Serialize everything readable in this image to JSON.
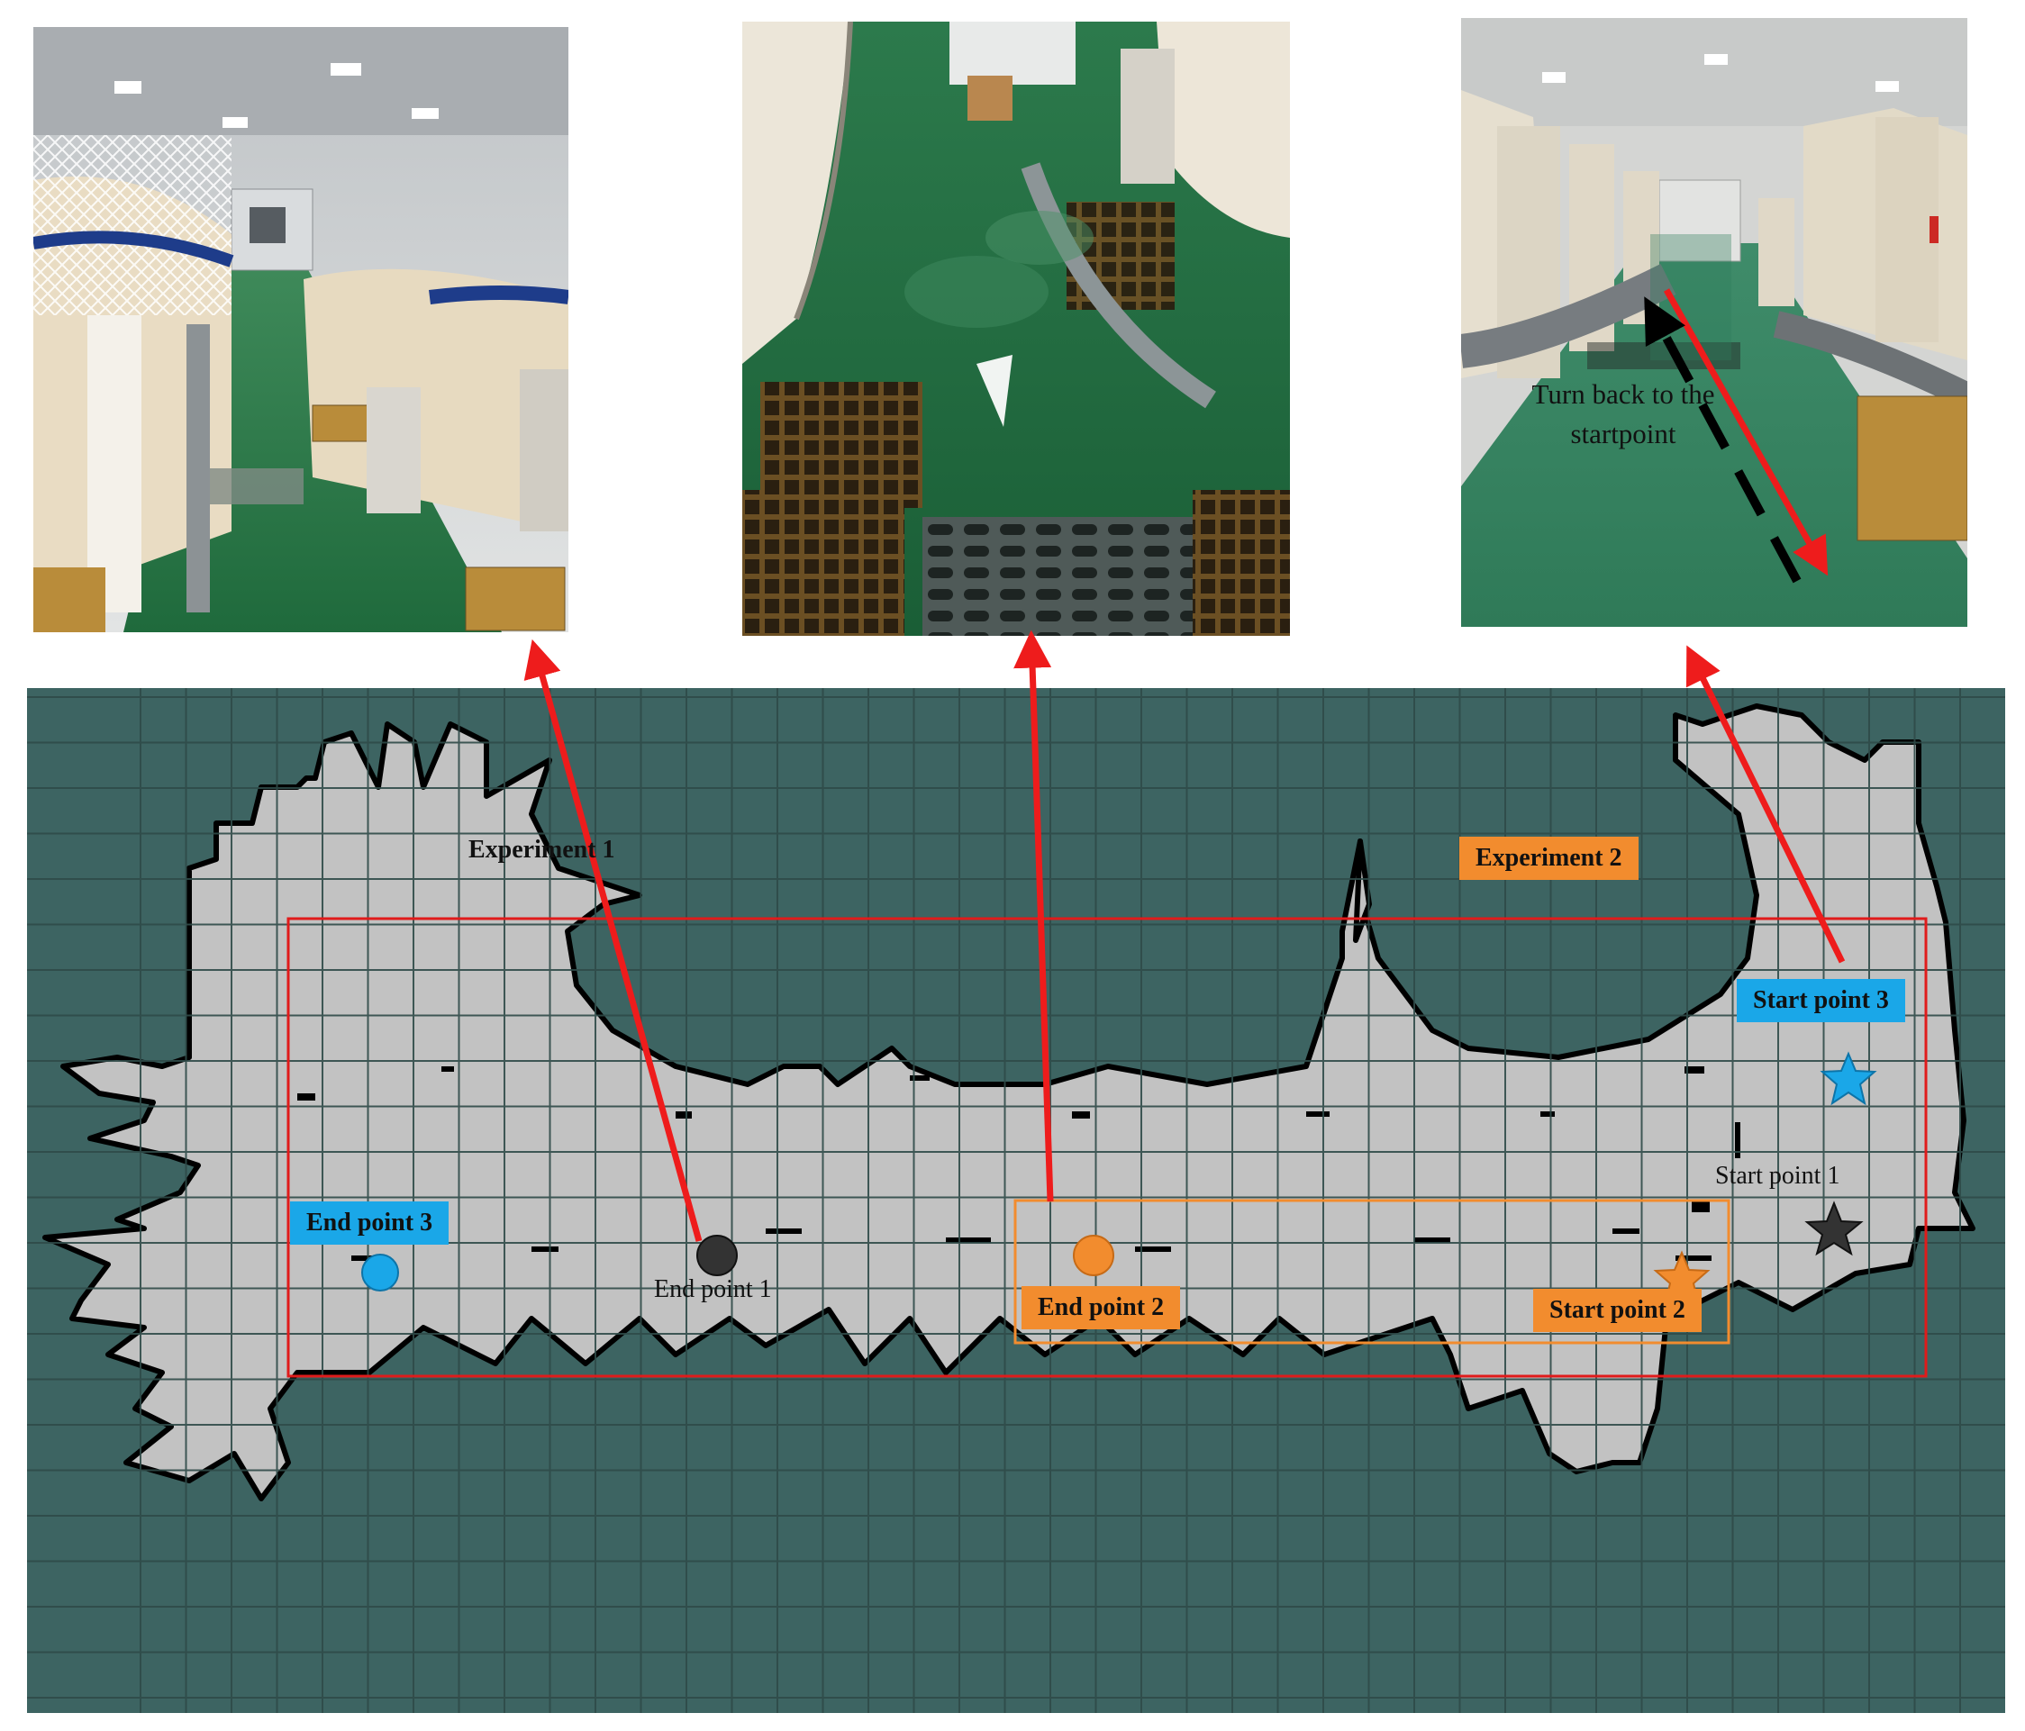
{
  "colors": {
    "map_background": "#3d6462",
    "grid_line": "#2f4b49",
    "free_space": "#c2c2c2",
    "obstacle": "#000000",
    "experiment_1_box": "#e01b1b",
    "experiment_2_box": "#f28c2e",
    "experiment_3_label": "#1aa7e8",
    "link_arrow": "#ee1c1c",
    "marker_black": "#333333",
    "marker_orange": "#f28c2e",
    "marker_blue": "#1aa7e8"
  },
  "photos": [
    {
      "id": "photo-1",
      "content": "aquaculture tanks along a green corridor"
    },
    {
      "id": "photo-2",
      "content": "green floor with grating and pipes"
    },
    {
      "id": "photo-3",
      "content": "corridor view with return path",
      "note": "Turn back to the startpoint"
    }
  ],
  "labels": {
    "experiment_1": "Experiment 1",
    "experiment_2": "Experiment 2",
    "start_point_1": "Start point 1",
    "start_point_2": "Start point 2",
    "start_point_3": "Start point 3",
    "end_point_1": "End point 1",
    "end_point_2": "End point 2",
    "end_point_3": "End point 3"
  },
  "markers": [
    {
      "id": "start-1",
      "shape": "star",
      "color": "marker_black"
    },
    {
      "id": "start-2",
      "shape": "star",
      "color": "marker_orange"
    },
    {
      "id": "start-3",
      "shape": "star",
      "color": "marker_blue"
    },
    {
      "id": "end-1",
      "shape": "circle",
      "color": "marker_black"
    },
    {
      "id": "end-2",
      "shape": "circle",
      "color": "marker_orange"
    },
    {
      "id": "end-3",
      "shape": "circle",
      "color": "marker_blue"
    }
  ]
}
